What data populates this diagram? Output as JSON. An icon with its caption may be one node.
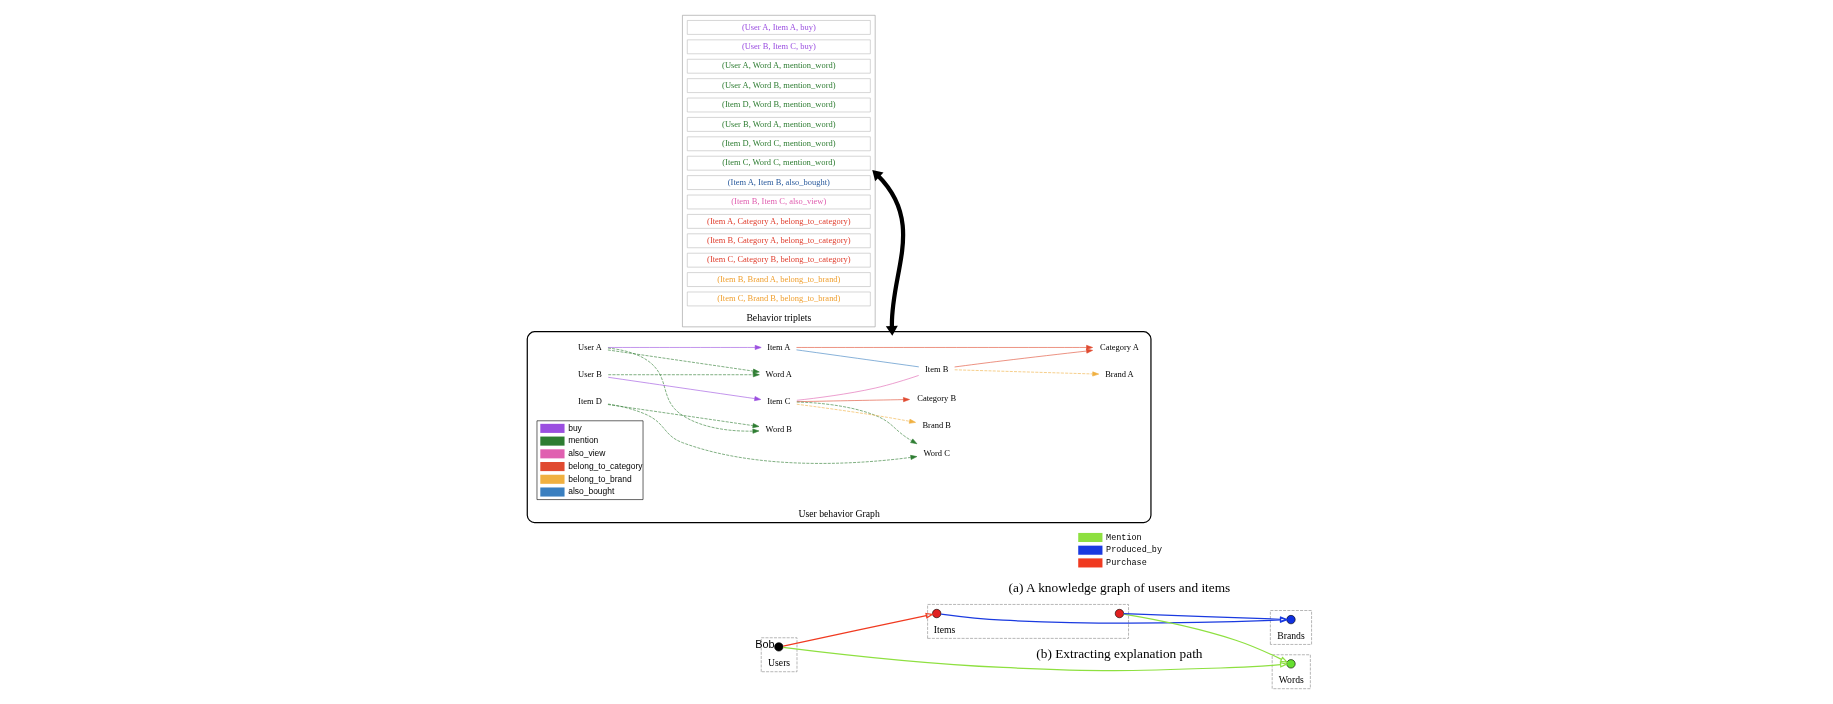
{
  "diagram": {
    "nodes": [
      {
        "text": [
          "Behavior triplets"
        ]
      },
      {
        "text": [
          "(User A, Item A, buy)"
        ],
        "in": 0
      },
      {
        "text": [
          "(User B, Item C, buy)"
        ],
        "in": 0
      },
      {
        "text": [
          "(User A, Word A, mention_word)"
        ],
        "in": 0
      },
      {
        "text": [
          "(User A, Word B, mention_word)"
        ],
        "in": 0
      },
      {
        "text": [
          "(Item D, Word B, mention_word)"
        ],
        "in": 0
      },
      {
        "text": [
          "(User B, Word A, mention_word)"
        ],
        "in": 0
      },
      {
        "text": [
          "(Item D, Word C, mention_word)"
        ],
        "in": 0
      },
      {
        "text": [
          "(Item C, Word C, mention_word)"
        ],
        "in": 0
      },
      {
        "text": [
          "(Item A, Item B, also_bought)"
        ],
        "in": 0
      },
      {
        "text": [
          "(Item B, Item C, also_view)"
        ],
        "in": 0
      },
      {
        "text": [
          "(Item A, Category A, belong_to_category)"
        ],
        "in": 0
      },
      {
        "text": [
          "(Item B, Category A, belong_to_category)"
        ],
        "in": 0
      },
      {
        "text": [
          "(Item C, Category B, belong_to_category)"
        ],
        "in": 0
      },
      {
        "text": [
          "(Item B, Brand A, belong_to_brand)"
        ],
        "in": 0
      },
      {
        "text": [
          "(Item C, Brand B, belong_to_brand)"
        ],
        "in": 0
      },
      {
        "text": [
          "User behavior Graph"
        ]
      },
      {
        "text": [
          "Item A"
        ],
        "in": 16
      },
      {
        "text": [
          "Category A"
        ],
        "in": 16
      },
      {
        "text": [
          "User A"
        ],
        "in": 16
      },
      {
        "text": [
          "Brand A"
        ],
        "in": 16
      },
      {
        "text": [
          "Word A"
        ],
        "in": 16
      },
      {
        "text": [
          "Item B"
        ],
        "in": 16
      },
      {
        "text": [
          "Category B"
        ],
        "in": 16
      },
      {
        "text": [
          "User B"
        ],
        "in": 16
      },
      {
        "text": [
          "Word B"
        ],
        "in": 16
      },
      {
        "text": [
          "Item C"
        ],
        "in": 16
      },
      {
        "text": [
          "Word C"
        ],
        "in": 16
      },
      {
        "text": [
          "Item D"
        ],
        "in": 16
      },
      {
        "text": [
          "Brand B"
        ],
        "in": 16
      },
      {
        "text": [
          "Words"
        ]
      },
      {
        "text": [],
        "shape": "circle",
        "in": 30
      },
      {
        "text": [
          "Brands"
        ]
      },
      {
        "text": [],
        "shape": "circle",
        "in": 32
      },
      {
        "text": [
          "Users"
        ]
      },
      {
        "text": [],
        "shape": "circle",
        "in": 34,
        "beside": [
          "Bob"
        ]
      },
      {
        "text": [
          "Items"
        ]
      },
      {
        "text": [],
        "shape": "circle",
        "in": 36
      },
      {
        "text": [],
        "shape": "circle",
        "in": 36
      }
    ],
    "edges": [
      {
        "from": 0,
        "to": 16,
        "arrow": "both",
        "style": "thick",
        "color": "#000000"
      },
      {
        "from": 19,
        "to": 17,
        "arrow": "to",
        "color": "#9b4fe0"
      },
      {
        "from": 17,
        "to": 18,
        "arrow": "to",
        "color": "#e04a30"
      },
      {
        "from": 17,
        "to": 22,
        "arrow": "none",
        "color": "#3a7fc0"
      },
      {
        "from": 19,
        "to": 21,
        "arrow": "to",
        "style": "dashed",
        "color": "#2e7d32"
      },
      {
        "from": 19,
        "to": 25,
        "arrow": "to",
        "style": "dashed",
        "color": "#2e7d32"
      },
      {
        "from": 24,
        "to": 21,
        "arrow": "to",
        "style": "dashed",
        "color": "#2e7d32"
      },
      {
        "from": 24,
        "to": 26,
        "arrow": "to",
        "color": "#9b4fe0"
      },
      {
        "from": 22,
        "to": 18,
        "arrow": "to",
        "color": "#e04a30"
      },
      {
        "from": 22,
        "to": 20,
        "arrow": "to",
        "style": "dashed",
        "color": "#f0b040"
      },
      {
        "from": 26,
        "to": 22,
        "arrow": "none",
        "color": "#e060b0"
      },
      {
        "from": 26,
        "to": 23,
        "arrow": "to",
        "color": "#e04a30"
      },
      {
        "from": 26,
        "to": 27,
        "arrow": "to",
        "style": "dashed",
        "color": "#2e7d32"
      },
      {
        "from": 26,
        "to": 29,
        "arrow": "to",
        "style": "dashed",
        "color": "#f0b040"
      },
      {
        "from": 28,
        "to": 25,
        "arrow": "to",
        "style": "dashed",
        "color": "#2e7d32"
      },
      {
        "from": 28,
        "to": 27,
        "arrow": "to",
        "style": "dashed",
        "color": "#2e7d32"
      },
      {
        "from": 35,
        "to": 31,
        "arrow": "to",
        "color": "#8ee040"
      },
      {
        "from": 38,
        "to": 31,
        "arrow": "to",
        "color": "#8ee040"
      },
      {
        "from": 35,
        "to": 37,
        "arrow": "to",
        "color": "#f03a20"
      },
      {
        "from": 37,
        "to": 33,
        "arrow": "to",
        "color": "#1a3ae0"
      },
      {
        "from": 38,
        "to": 33,
        "arrow": "to",
        "color": "#1a3ae0"
      }
    ],
    "labels": [
      "(a) A knowledge graph of users and items",
      "(b) Extracting explanation path"
    ],
    "legend": [
      {
        "text": "Mention"
      },
      {
        "text": "Produced_by"
      },
      {
        "text": "Purchase"
      },
      {
        "text": "buy"
      },
      {
        "text": "mention"
      },
      {
        "text": "also_view"
      },
      {
        "text": "belong_to_category"
      },
      {
        "text": "belong_to_brand"
      },
      {
        "text": "also_bought"
      }
    ]
  }
}
